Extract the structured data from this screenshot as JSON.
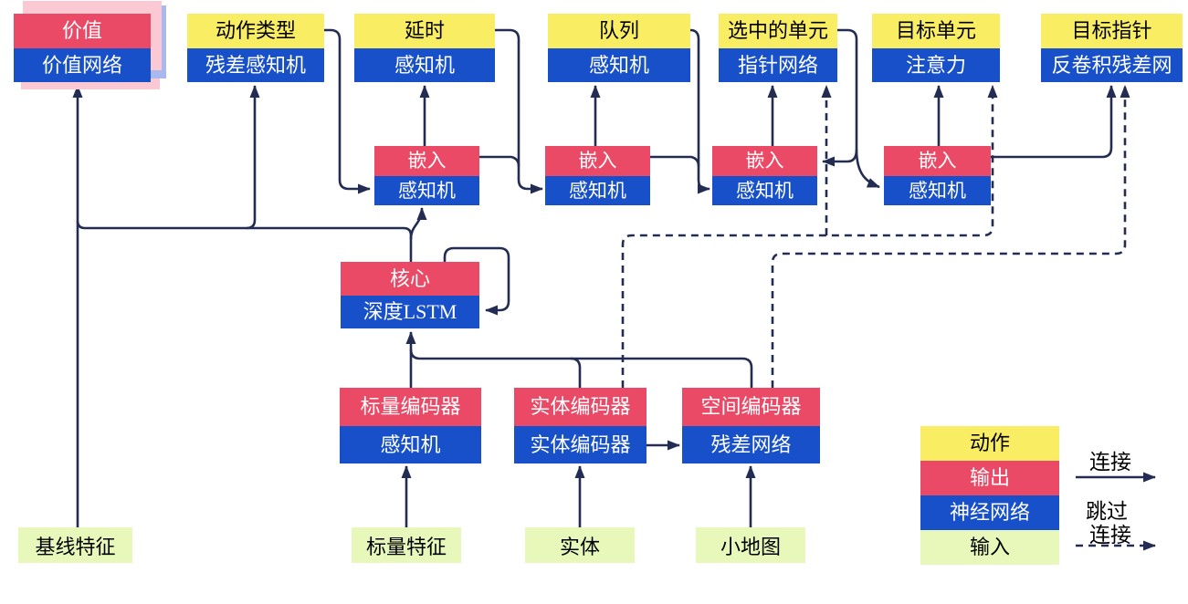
{
  "nodes": {
    "value": {
      "output": "价值",
      "network": "价值网络"
    },
    "action_type": {
      "action": "动作类型",
      "network": "残差感知机"
    },
    "delay": {
      "action": "延时",
      "network": "感知机"
    },
    "queue": {
      "action": "队列",
      "network": "感知机"
    },
    "selected_units": {
      "action": "选中的单元",
      "network": "指针网络"
    },
    "target_unit": {
      "action": "目标单元",
      "network": "注意力"
    },
    "target_point": {
      "action": "目标指针",
      "network": "反卷积残差网"
    },
    "embed": {
      "output": "嵌入",
      "network": "感知机"
    },
    "core": {
      "output": "核心",
      "network": "深度LSTM"
    },
    "scalar_encoder": {
      "output": "标量编码器",
      "network": "感知机"
    },
    "entity_encoder": {
      "output": "实体编码器",
      "network": "实体编码器"
    },
    "spatial_encoder": {
      "output": "空间编码器",
      "network": "残差网络"
    },
    "baseline_features": {
      "input": "基线特征"
    },
    "scalar_features": {
      "input": "标量特征"
    },
    "entities": {
      "input": "实体"
    },
    "minimap": {
      "input": "小地图"
    }
  },
  "legend": {
    "action": "动作",
    "output": "输出",
    "network": "神经网络",
    "input": "输入",
    "connection": "连接",
    "skip_line1": "跳过",
    "skip_line2": "连接"
  },
  "colors": {
    "action_yellow": "#F9ED63",
    "output_red": "#EB4A67",
    "network_blue": "#1750C8",
    "input_green": "#E8F8BA",
    "wire_navy": "#232C52",
    "ghost_pink": "#FBC9D4",
    "ghost_periwinkle": "#A9B8EF"
  }
}
